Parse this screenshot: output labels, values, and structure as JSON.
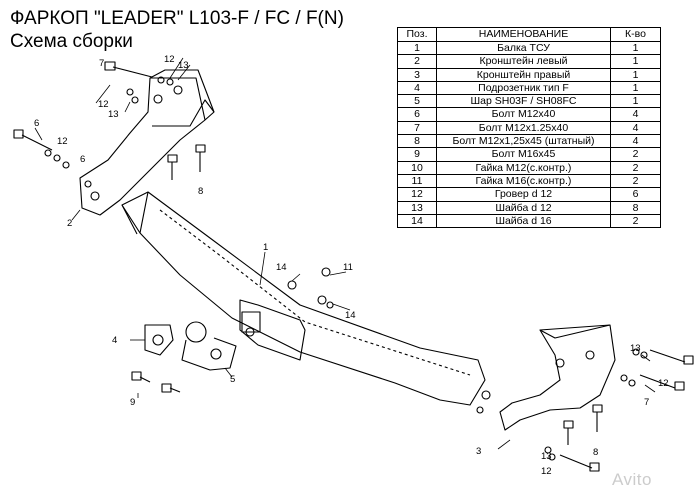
{
  "header": {
    "title": "ФАРКОП \"LEADER\" L103-F / FC / F(N)",
    "subtitle": "Схема сборки"
  },
  "parts_table": {
    "columns": [
      "Поз.",
      "НАИМЕНОВАНИЕ",
      "К-во"
    ],
    "rows": [
      [
        "1",
        "Балка ТСУ",
        "1"
      ],
      [
        "2",
        "Кронштейн левый",
        "1"
      ],
      [
        "3",
        "Кронштейн правый",
        "1"
      ],
      [
        "4",
        "Подрозетник тип F",
        "1"
      ],
      [
        "5",
        "Шар SH03F / SH08FC",
        "1"
      ],
      [
        "6",
        "Болт M12x40",
        "4"
      ],
      [
        "7",
        "Болт M12x1.25x40",
        "4"
      ],
      [
        "8",
        "Болт M12x1,25x45 (штатный)",
        "4"
      ],
      [
        "9",
        "Болт M16x45",
        "2"
      ],
      [
        "10",
        "Гайка M12(с.контр.)",
        "2"
      ],
      [
        "11",
        "Гайка M16(с.контр.)",
        "2"
      ],
      [
        "12",
        "Гровер d 12",
        "6"
      ],
      [
        "13",
        "Шайба d 12",
        "8"
      ],
      [
        "14",
        "Шайба d 16",
        "2"
      ]
    ]
  },
  "drawing": {
    "callouts": [
      "1",
      "2",
      "3",
      "4",
      "5",
      "6",
      "7",
      "8",
      "9",
      "11",
      "12",
      "13",
      "14"
    ]
  },
  "watermark": {
    "text": "Avito"
  }
}
